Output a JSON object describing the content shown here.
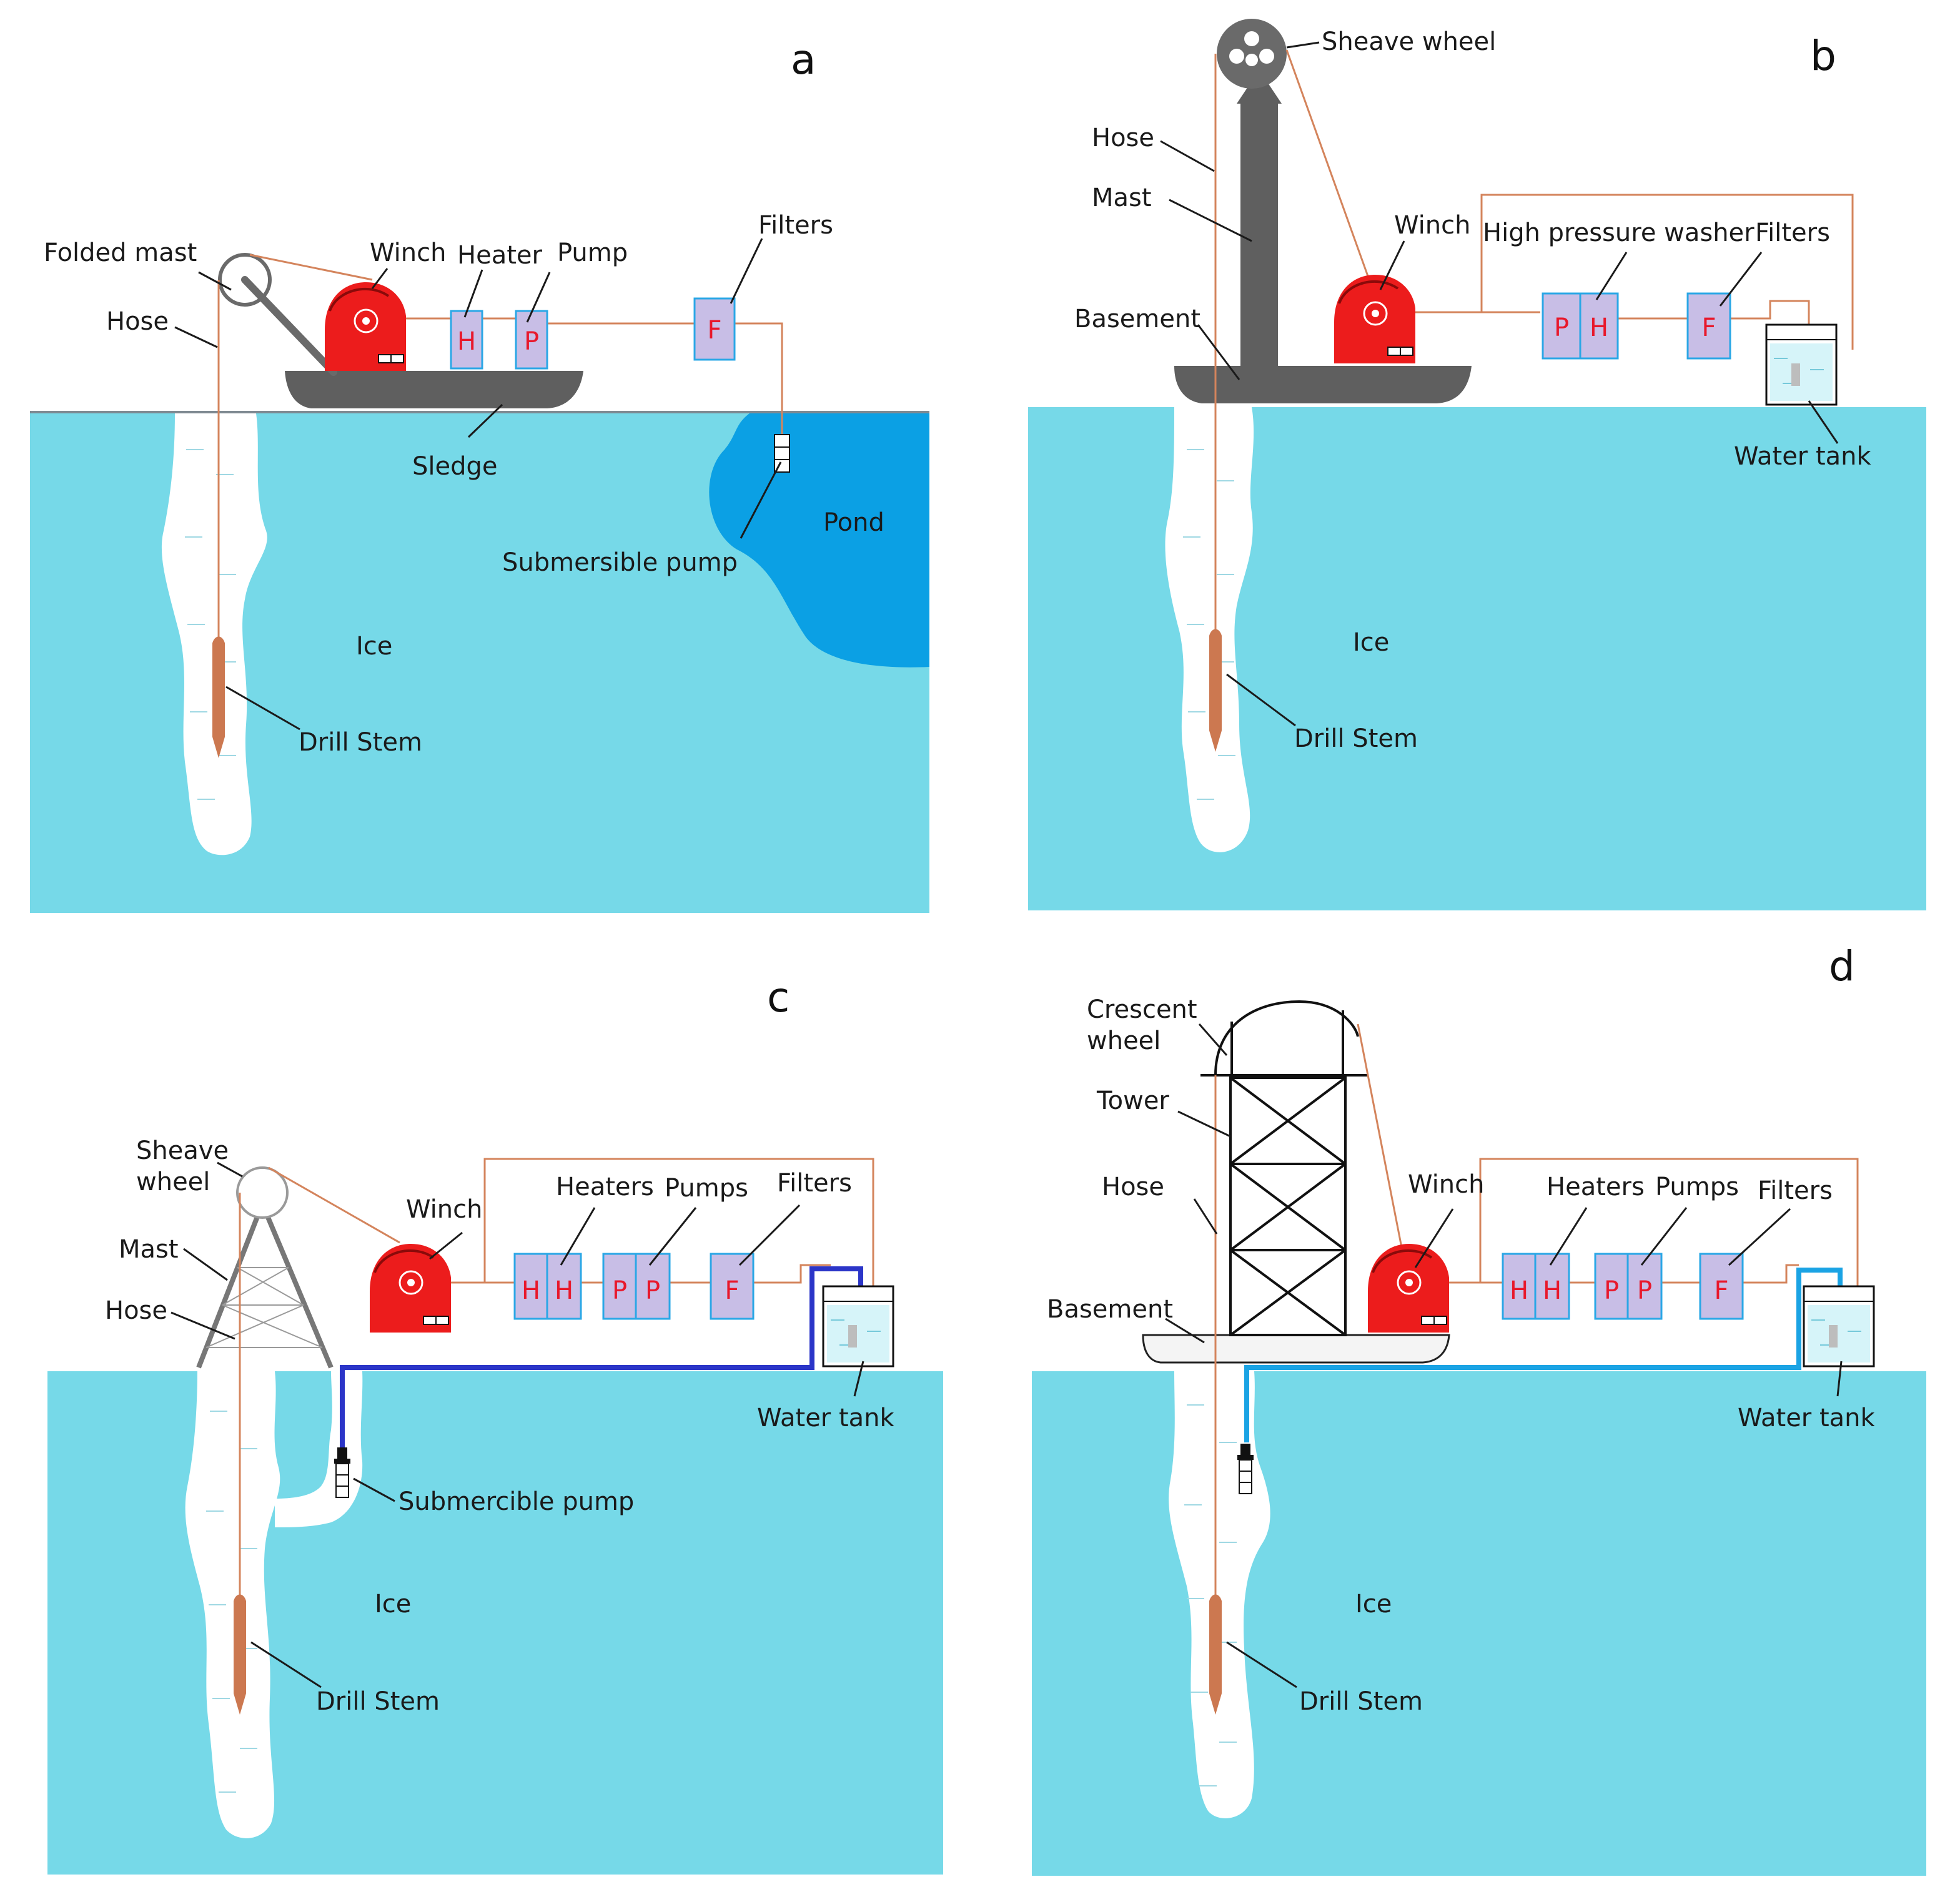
{
  "panels": {
    "a": {
      "letter": "a",
      "labels": {
        "folded_mast": "Folded mast",
        "hose": "Hose",
        "winch": "Winch",
        "heater": "Heater",
        "pump": "Pump",
        "filters": "Filters",
        "sledge": "Sledge",
        "submersible_pump": "Submersible pump",
        "pond": "Pond",
        "ice": "Ice",
        "drill_stem": "Drill Stem"
      },
      "boxes": {
        "heater": "H",
        "pump": "P",
        "filter": "F"
      }
    },
    "b": {
      "letter": "b",
      "labels": {
        "sheave_wheel": "Sheave wheel",
        "hose": "Hose",
        "mast": "Mast",
        "winch": "Winch",
        "high_pressure_washer": "High pressure washer",
        "filters": "Filters",
        "basement": "Basement",
        "water_tank": "Water tank",
        "ice": "Ice",
        "drill_stem": "Drill Stem"
      },
      "boxes": {
        "washer_p": "P",
        "washer_h": "H",
        "filter": "F"
      }
    },
    "c": {
      "letter": "c",
      "labels": {
        "sheave_wheel_1": "Sheave",
        "sheave_wheel_2": "wheel",
        "mast": "Mast",
        "hose": "Hose",
        "winch": "Winch",
        "heaters": "Heaters",
        "pumps": "Pumps",
        "filters": "Filters",
        "water_tank": "Water tank",
        "submercible_pump": "Submercible pump",
        "ice": "Ice",
        "drill_stem": "Drill Stem"
      },
      "boxes": {
        "heater1": "H",
        "heater2": "H",
        "pump1": "P",
        "pump2": "P",
        "filter": "F"
      }
    },
    "d": {
      "letter": "d",
      "labels": {
        "crescent_wheel_1": "Crescent",
        "crescent_wheel_2": "wheel",
        "tower": "Tower",
        "hose": "Hose",
        "basement": "Basement",
        "winch": "Winch",
        "heaters": "Heaters",
        "pumps": "Pumps",
        "filters": "Filters",
        "water_tank": "Water tank",
        "ice": "Ice",
        "drill_stem": "Drill Stem"
      },
      "boxes": {
        "heater1": "H",
        "heater2": "H",
        "pump1": "P",
        "pump2": "P",
        "filter": "F"
      }
    }
  },
  "colors": {
    "ice": "#76d9e8",
    "pond": "#0ba0e4",
    "borehole": "#ffffff",
    "winch": "#ec1c1c",
    "box_fill": "#c8bee6",
    "box_stroke": "#2aa7e6",
    "box_letter": "#e8182b",
    "hose": "#d4845c",
    "drill_stem": "#cc7850",
    "structure_gray": "#5f5f5f",
    "supply_pipe_c": "#2b35c8",
    "supply_pipe_d": "#1aa3e4"
  }
}
